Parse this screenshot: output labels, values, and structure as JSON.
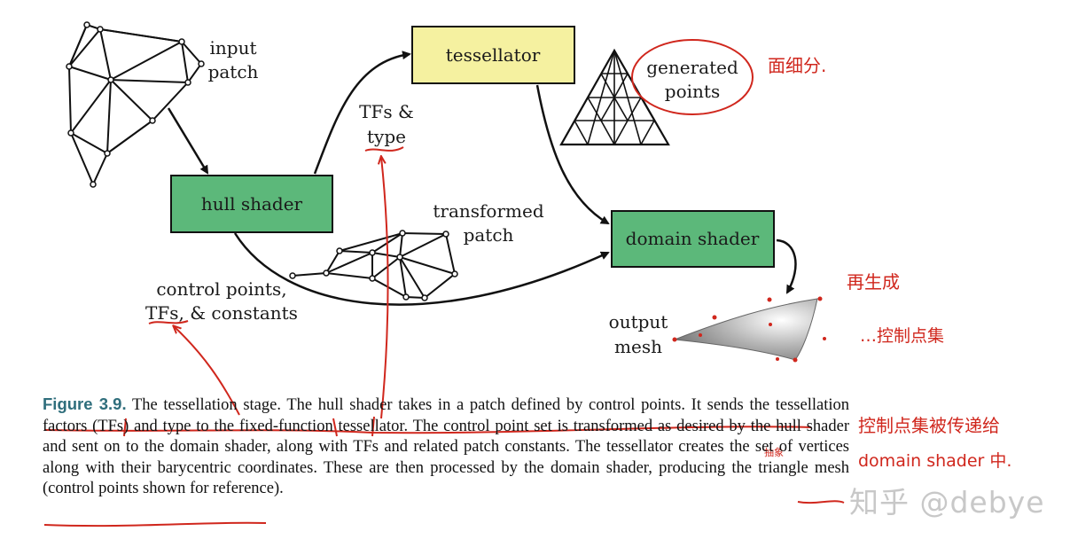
{
  "labels": {
    "input_patch_1": "input",
    "input_patch_2": "patch",
    "tessellator": "tessellator",
    "generated_1": "generated",
    "generated_2": "points",
    "tfs_1": "TFs &",
    "tfs_2": "type",
    "hull_shader": "hull shader",
    "transformed_1": "transformed",
    "transformed_2": "patch",
    "domain_shader": "domain shader",
    "control_1": "control points,",
    "control_2": "TFs, & constants",
    "output_1": "output",
    "output_2": "mesh"
  },
  "handwritten": {
    "note_subdivide": "面细分.",
    "note_regen": "再生成",
    "note_control_points": "…控制点集",
    "note_side_1": "控制点集被传递给",
    "note_side_2": "domain shader 中.",
    "note_small": "抽象"
  },
  "caption": {
    "figure_label": "Figure 3.9.",
    "text": "The tessellation stage. The hull shader takes in a patch defined by control points. It sends the tessellation factors (TFs) and type to the fixed-function tessellator. The control point set is transformed as desired by the hull shader and sent on to the domain shader, along with TFs and related patch constants. The tessellator creates the set of vertices along with their barycentric coordinates. These are then processed by the domain shader, producing the triangle mesh (control points shown for reference)."
  },
  "watermark": "知乎 @debye",
  "colors": {
    "shader_fill": "#5cb87a",
    "tessellator_fill": "#f5f1a0",
    "annotation": "#d0271d",
    "caption_label": "#2f6e7c"
  }
}
